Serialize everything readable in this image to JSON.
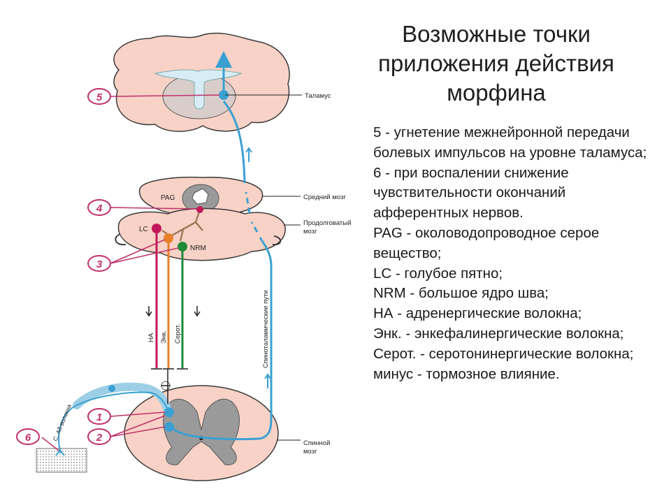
{
  "title": {
    "line1": "Возможные точки",
    "line2": "приложения действия",
    "line3": "морфина"
  },
  "description": [
    "5 - угнетение межнейронной передачи болевых импульсов на уровне таламуса;",
    "6 - при воспалении снижение чувствительности окончаний афферентных нервов.",
    "PAG - околоводопроводное серое вещество;",
    "LC - голубое пятно;",
    "NRM - большое ядро шва;",
    "НА - адренергические волокна;",
    "Энк. - энкефалинергические волокна;",
    "Серот. - серотонинергические волокна; минус - тормозное влияние."
  ],
  "diagram": {
    "labels": {
      "thalamus": "Таламус",
      "midbrain": "Средний мозг",
      "medulla_1": "Продолговатый",
      "medulla_2": "мозг",
      "spinal_1": "Спинной",
      "spinal_2": "мозг",
      "tract": "Спиноталамические пути",
      "pag": "PAG",
      "lc": "LC",
      "nrm": "NRM",
      "na": "НА",
      "enk": "Энк.",
      "serot": "Серот.",
      "fibers": "С, Аδ-волокна"
    },
    "markers": {
      "m5": "5",
      "m4": "4",
      "m3": "3",
      "m1": "1",
      "m2": "2",
      "m6": "6"
    },
    "colors": {
      "tissue": "#f8d2c6",
      "tissue_stroke": "#3a3a3a",
      "grey_matter": "#9a9a9a",
      "pathway": "#3aa0d2",
      "adrenergic": "#c2185b",
      "enkephalin": "#e8812a",
      "serotonin": "#1f8a3a",
      "marker": "#c0306a"
    }
  }
}
